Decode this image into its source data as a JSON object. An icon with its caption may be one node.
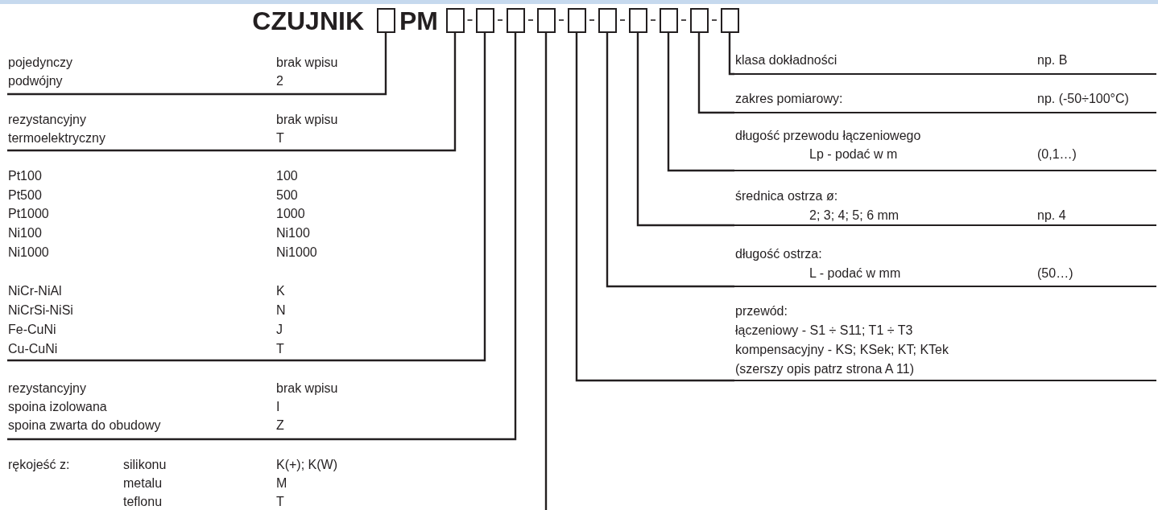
{
  "diagram": {
    "title": "CZUJNIK",
    "nodes": [
      {
        "text": [],
        "shape": "box"
      },
      {
        "text": [],
        "shape": "box"
      },
      {
        "text": [],
        "shape": "box"
      },
      {
        "text": [],
        "shape": "box"
      },
      {
        "text": [],
        "shape": "box"
      },
      {
        "text": [],
        "shape": "box"
      },
      {
        "text": [],
        "shape": "box"
      },
      {
        "text": [],
        "shape": "box"
      },
      {
        "text": [],
        "shape": "box"
      },
      {
        "text": [],
        "shape": "box"
      },
      {
        "text": [],
        "shape": "box"
      },
      {
        "text": [
          "pojedynczy",
          "brak wpisu",
          "podwójny",
          "2"
        ]
      },
      {
        "text": [
          "rezystancyjny",
          "brak wpisu",
          "termoelektryczny",
          "T"
        ]
      },
      {
        "text": [
          "Pt100",
          "100",
          "Pt500",
          "500",
          "Pt1000",
          "1000",
          "Ni100",
          "Ni100",
          "Ni1000",
          "Ni1000",
          "NiCr-NiAl",
          "K",
          "NiCrSi-NiSi",
          "N",
          "Fe-CuNi",
          "J",
          "Cu-CuNi",
          "T"
        ]
      },
      {
        "text": [
          "rezystancyjny",
          "brak wpisu",
          "spoina izolowana",
          "I",
          "spoina zwarta do obudowy",
          "Z"
        ]
      },
      {
        "text": [
          "rękojeść z:",
          "silikonu",
          "K(+); K(W)",
          "metalu",
          "M",
          "teflonu",
          "T"
        ]
      },
      {
        "text": [
          "klasa dokładności",
          "np. B"
        ]
      },
      {
        "text": [
          "zakres pomiarowy:",
          "np. (-50÷100°C)"
        ]
      },
      {
        "text": [
          "długość przewodu łączeniowego",
          "Lp - podać w m",
          "(0,1…)"
        ]
      },
      {
        "text": [
          "średnica ostrza ø:",
          "2; 3; 4; 5; 6 mm",
          "np. 4"
        ]
      },
      {
        "text": [
          "długość ostrza:",
          "L - podać w mm",
          "(50…)"
        ]
      },
      {
        "text": [
          "przewód:",
          "łączeniowy - S1 ÷ S11; T1 ÷ T3",
          "kompensacyjny - KS; KSek; KT; KTek",
          "(szerszy opis patrz strona A 11)"
        ]
      }
    ],
    "edges": [
      {
        "from": 11,
        "to": 0,
        "arrow": "none"
      },
      {
        "from": 12,
        "to": 1,
        "arrow": "none"
      },
      {
        "from": 13,
        "to": 2,
        "arrow": "none"
      },
      {
        "from": 14,
        "to": 3,
        "arrow": "none"
      },
      {
        "from": 4,
        "to": null,
        "arrow": "none"
      },
      {
        "from": 21,
        "to": 5,
        "arrow": "none"
      },
      {
        "from": 20,
        "to": 6,
        "arrow": "none"
      },
      {
        "from": 19,
        "to": 7,
        "arrow": "none"
      },
      {
        "from": 18,
        "to": 8,
        "arrow": "none"
      },
      {
        "from": 17,
        "to": 9,
        "arrow": "none"
      },
      {
        "from": 16,
        "to": 10,
        "arrow": "none"
      }
    ],
    "labels": [
      "PM"
    ]
  }
}
